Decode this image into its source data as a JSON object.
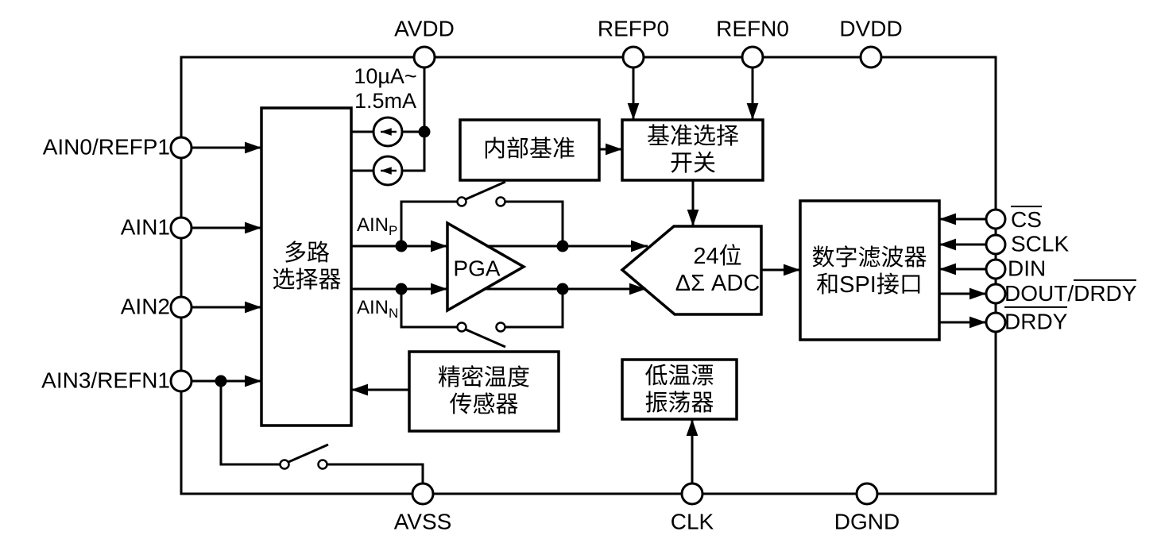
{
  "figure": {
    "pins": {
      "top": [
        "AVDD",
        "REFP0",
        "REFN0",
        "DVDD"
      ],
      "left": [
        "AIN0/REFP1",
        "AIN1",
        "AIN2",
        "AIN3/REFN1"
      ],
      "bottom": [
        "AVSS",
        "CLK",
        "DGND"
      ],
      "right": {
        "cs": "CS",
        "sclk": "SCLK",
        "din": "DIN",
        "dout": "DOUT",
        "slash": "/",
        "drdy_shared": "DRDY",
        "drdy": "DRDY"
      }
    },
    "blocks": {
      "mux": [
        "多路",
        "选择器"
      ],
      "internal_ref": "内部基准",
      "ref_switch": [
        "基准选择",
        "开关"
      ],
      "pga": "PGA",
      "adc": [
        "24位",
        "ΔΣ ADC"
      ],
      "digital": [
        "数字滤波器",
        "和SPI接口"
      ],
      "temp_sensor": [
        "精密温度",
        "传感器"
      ],
      "oscillator": [
        "低温漂",
        "振荡器"
      ]
    },
    "annotations": {
      "current_range": [
        "10µA~",
        "1.5mA"
      ],
      "ain_p": {
        "base": "AIN",
        "sub": "P"
      },
      "ain_n": {
        "base": "AIN",
        "sub": "N"
      }
    },
    "colors": {
      "line": "#000000",
      "background": "#ffffff"
    }
  }
}
